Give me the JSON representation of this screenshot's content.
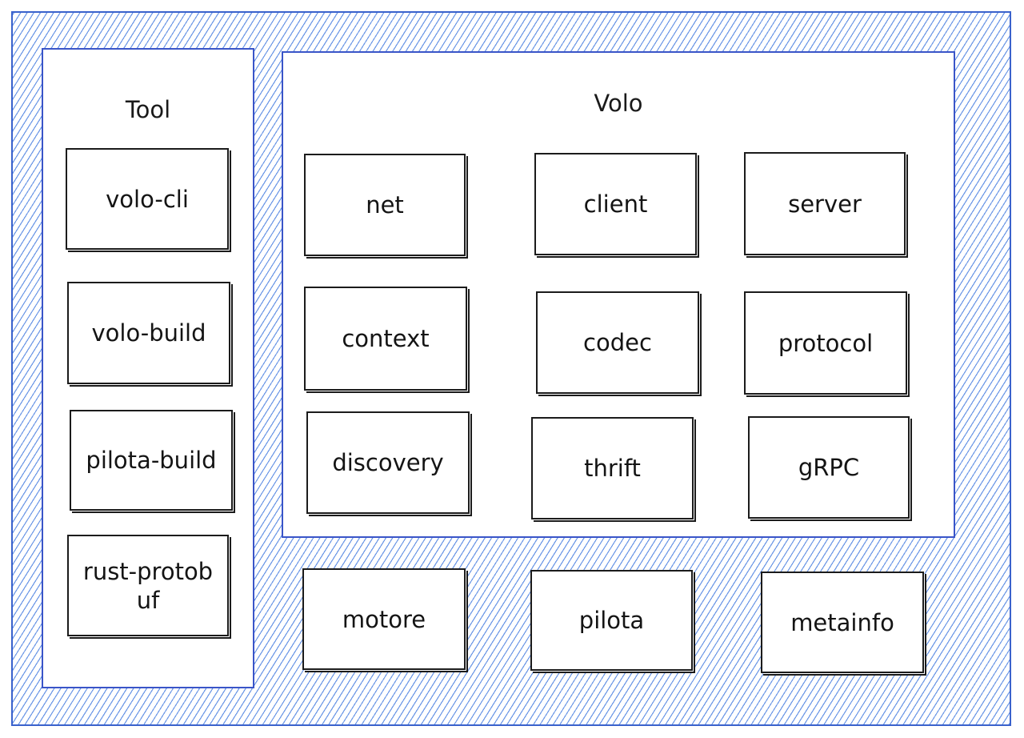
{
  "tool_panel": {
    "title": "Tool",
    "items": [
      "volo-cli",
      "volo-build",
      "pilota-build",
      "rust-protob uf"
    ]
  },
  "volo_panel": {
    "title": "Volo",
    "items": [
      "net",
      "client",
      "server",
      "context",
      "codec",
      "protocol",
      "discovery",
      "thrift",
      "gRPC"
    ]
  },
  "bottom_items": [
    "motore",
    "pilota",
    "metainfo"
  ],
  "colors": {
    "outer_border": "#3a62cc",
    "hatch": "#6a96e6",
    "panel_border": "#3a55c8",
    "box_border": "#1b1b1b"
  }
}
